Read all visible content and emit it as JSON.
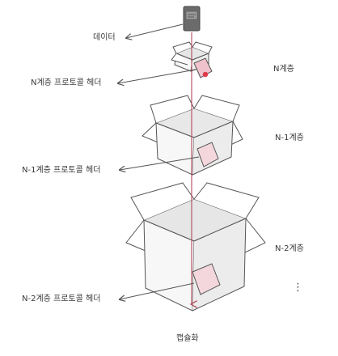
{
  "labels": {
    "data": "데이터",
    "header_n": "N계층 프로토콜 헤더",
    "header_n1": "N-1계층 프로토콜 헤더",
    "header_n2": "N-2계층 프로토콜 헤더",
    "bottom": "캡슐화"
  },
  "levels": {
    "n": "N계층",
    "n1": "N-1계층",
    "n2": "N-2계층",
    "ellipsis": "⋮"
  },
  "colors": {
    "stroke": "#555555",
    "box_inner": "#e8e8e8",
    "box_side": "#f1f1f1",
    "header_fill": "#f3d7dd",
    "header_fill_top": "#f0c3cc",
    "arrow_red": "#b04a5a",
    "dot_red": "#e03a4a",
    "device": "#6b6b6b"
  }
}
